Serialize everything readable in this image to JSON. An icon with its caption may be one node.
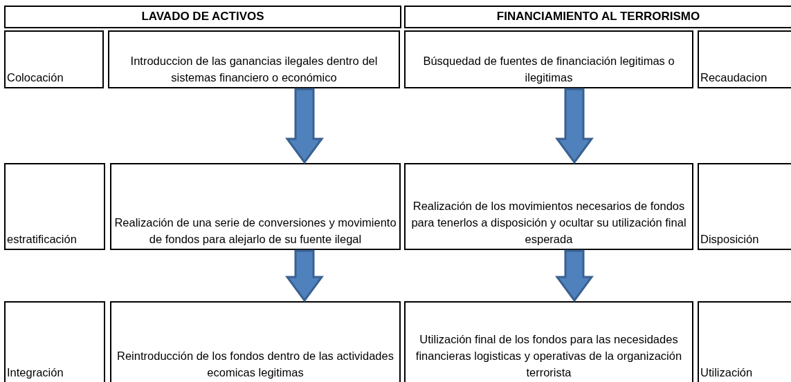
{
  "diagram": {
    "nodes": [
      {
        "text": [
          "LAVADO DE ACTIVOS"
        ]
      },
      {
        "text": [
          "FINANCIAMIENTO AL TERRORISMO"
        ]
      },
      {
        "text": [
          "Colocación"
        ]
      },
      {
        "text": [
          "Introduccion de las ganancias ilegales dentro del sistemas financiero o económico"
        ]
      },
      {
        "text": [
          "Búsquedad de fuentes de financiación legitimas o ilegitimas"
        ]
      },
      {
        "text": [
          "Recaudacion"
        ]
      },
      {
        "text": [
          "estratificación"
        ]
      },
      {
        "text": [
          "Realización de una serie de conversiones y movimiento de fondos para alejarlo de su fuente ilegal"
        ]
      },
      {
        "text": [
          "Realización de los movimientos necesarios de fondos para tenerlos a disposición y ocultar su utilización final esperada"
        ]
      },
      {
        "text": [
          "Disposición"
        ]
      },
      {
        "text": [
          "Integración"
        ]
      },
      {
        "text": [
          "Reintroducción de los fondos dentro de las actividades ecomicas legitimas"
        ]
      },
      {
        "text": [
          "Utilización final de los fondos para las necesidades financieras logisticas y operativas de la organización terrorista"
        ]
      },
      {
        "text": [
          "Utilización"
        ]
      }
    ],
    "edges": [
      {
        "from": 3,
        "to": 7,
        "arrow": "to"
      },
      {
        "from": 4,
        "to": 8,
        "arrow": "to"
      },
      {
        "from": 7,
        "to": 11,
        "arrow": "to"
      },
      {
        "from": 8,
        "to": 12,
        "arrow": "to"
      }
    ]
  }
}
